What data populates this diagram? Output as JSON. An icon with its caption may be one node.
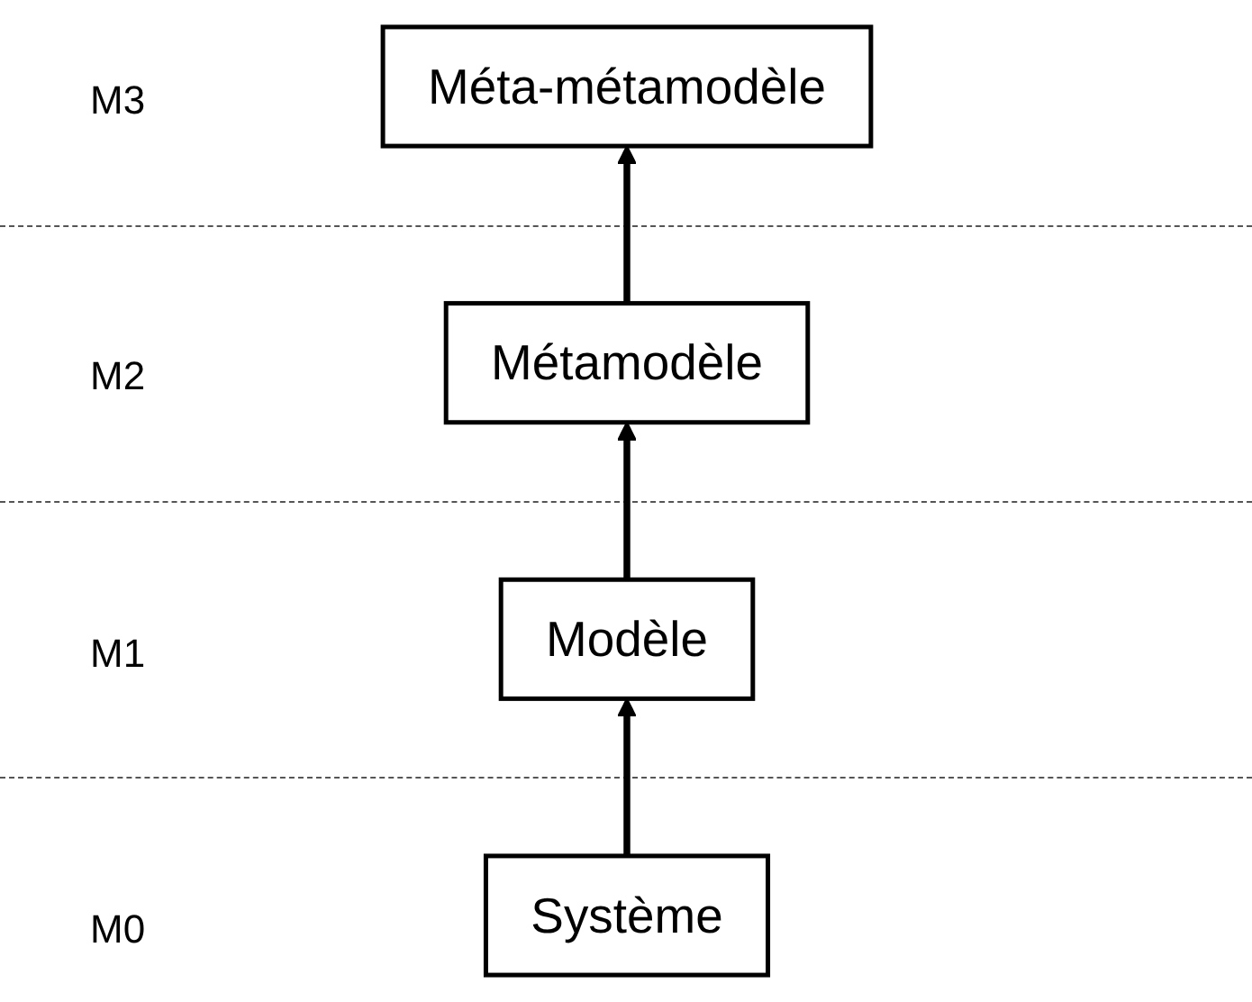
{
  "diagram": {
    "nodes": [
      {
        "text": [
          "Méta-métamodèle"
        ]
      },
      {
        "text": [
          "Métamodèle"
        ]
      },
      {
        "text": [
          "Modèle"
        ]
      },
      {
        "text": [
          "Système"
        ]
      }
    ],
    "edges": [
      {
        "from": 3,
        "to": 2,
        "arrow": "to"
      },
      {
        "from": 2,
        "to": 1,
        "arrow": "to"
      },
      {
        "from": 1,
        "to": 0,
        "arrow": "to"
      }
    ],
    "labels": [
      "M3",
      "M2",
      "M1",
      "M0"
    ]
  }
}
